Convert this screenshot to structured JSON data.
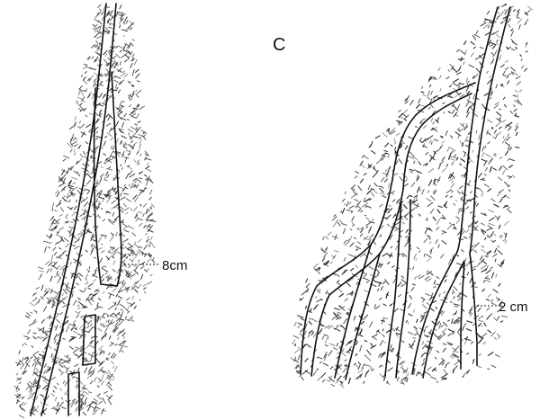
{
  "figure": {
    "panel_label": "C",
    "left_measure_label": "8cm",
    "right_measure_label": "2 cm"
  }
}
